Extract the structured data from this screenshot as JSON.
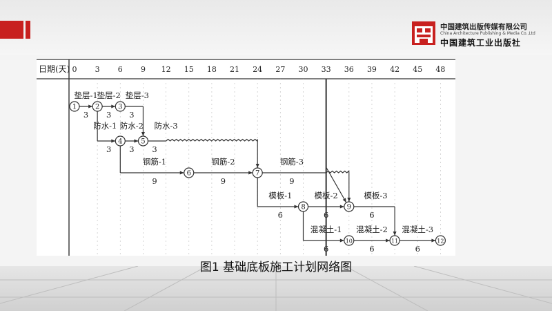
{
  "publisher": {
    "name_cn": "中国建筑出版传媒有限公司",
    "name_en": "China Architecture Publishing & Media Co.,Ltd",
    "name_cn_calligraphy": "中国建筑工业出版社"
  },
  "caption": "图1 基础底板施工计划网络图",
  "timescale": {
    "label": "日期(天)",
    "ticks": [
      "0",
      "3",
      "6",
      "9",
      "12",
      "15",
      "18",
      "21",
      "24",
      "27",
      "30",
      "33",
      "36",
      "39",
      "42",
      "45",
      "48"
    ]
  },
  "nodes": [
    "1",
    "2",
    "3",
    "4",
    "5",
    "6",
    "7",
    "8",
    "9",
    "10",
    "11",
    "12"
  ],
  "activities": [
    {
      "name": "垫层-1",
      "duration": "3"
    },
    {
      "name": "垫层-2",
      "duration": "3"
    },
    {
      "name": "垫层-3",
      "duration": "3"
    },
    {
      "name": "防水-1",
      "duration": "3"
    },
    {
      "name": "防水-2",
      "duration": "3"
    },
    {
      "name": "防水-3",
      "duration": "3"
    },
    {
      "name": "钢筋-1",
      "duration": "9"
    },
    {
      "name": "钢筋-2",
      "duration": "9"
    },
    {
      "name": "钢筋-3",
      "duration": "9"
    },
    {
      "name": "模板-1",
      "duration": "6"
    },
    {
      "name": "模板-2",
      "duration": "6"
    },
    {
      "name": "模板-3",
      "duration": "6"
    },
    {
      "name": "混凝土-1",
      "duration": "6"
    },
    {
      "name": "混凝土-2",
      "duration": "6"
    },
    {
      "name": "混凝土-3",
      "duration": "6"
    }
  ],
  "colors": {
    "accent": "#c8201f",
    "line": "#333333"
  }
}
